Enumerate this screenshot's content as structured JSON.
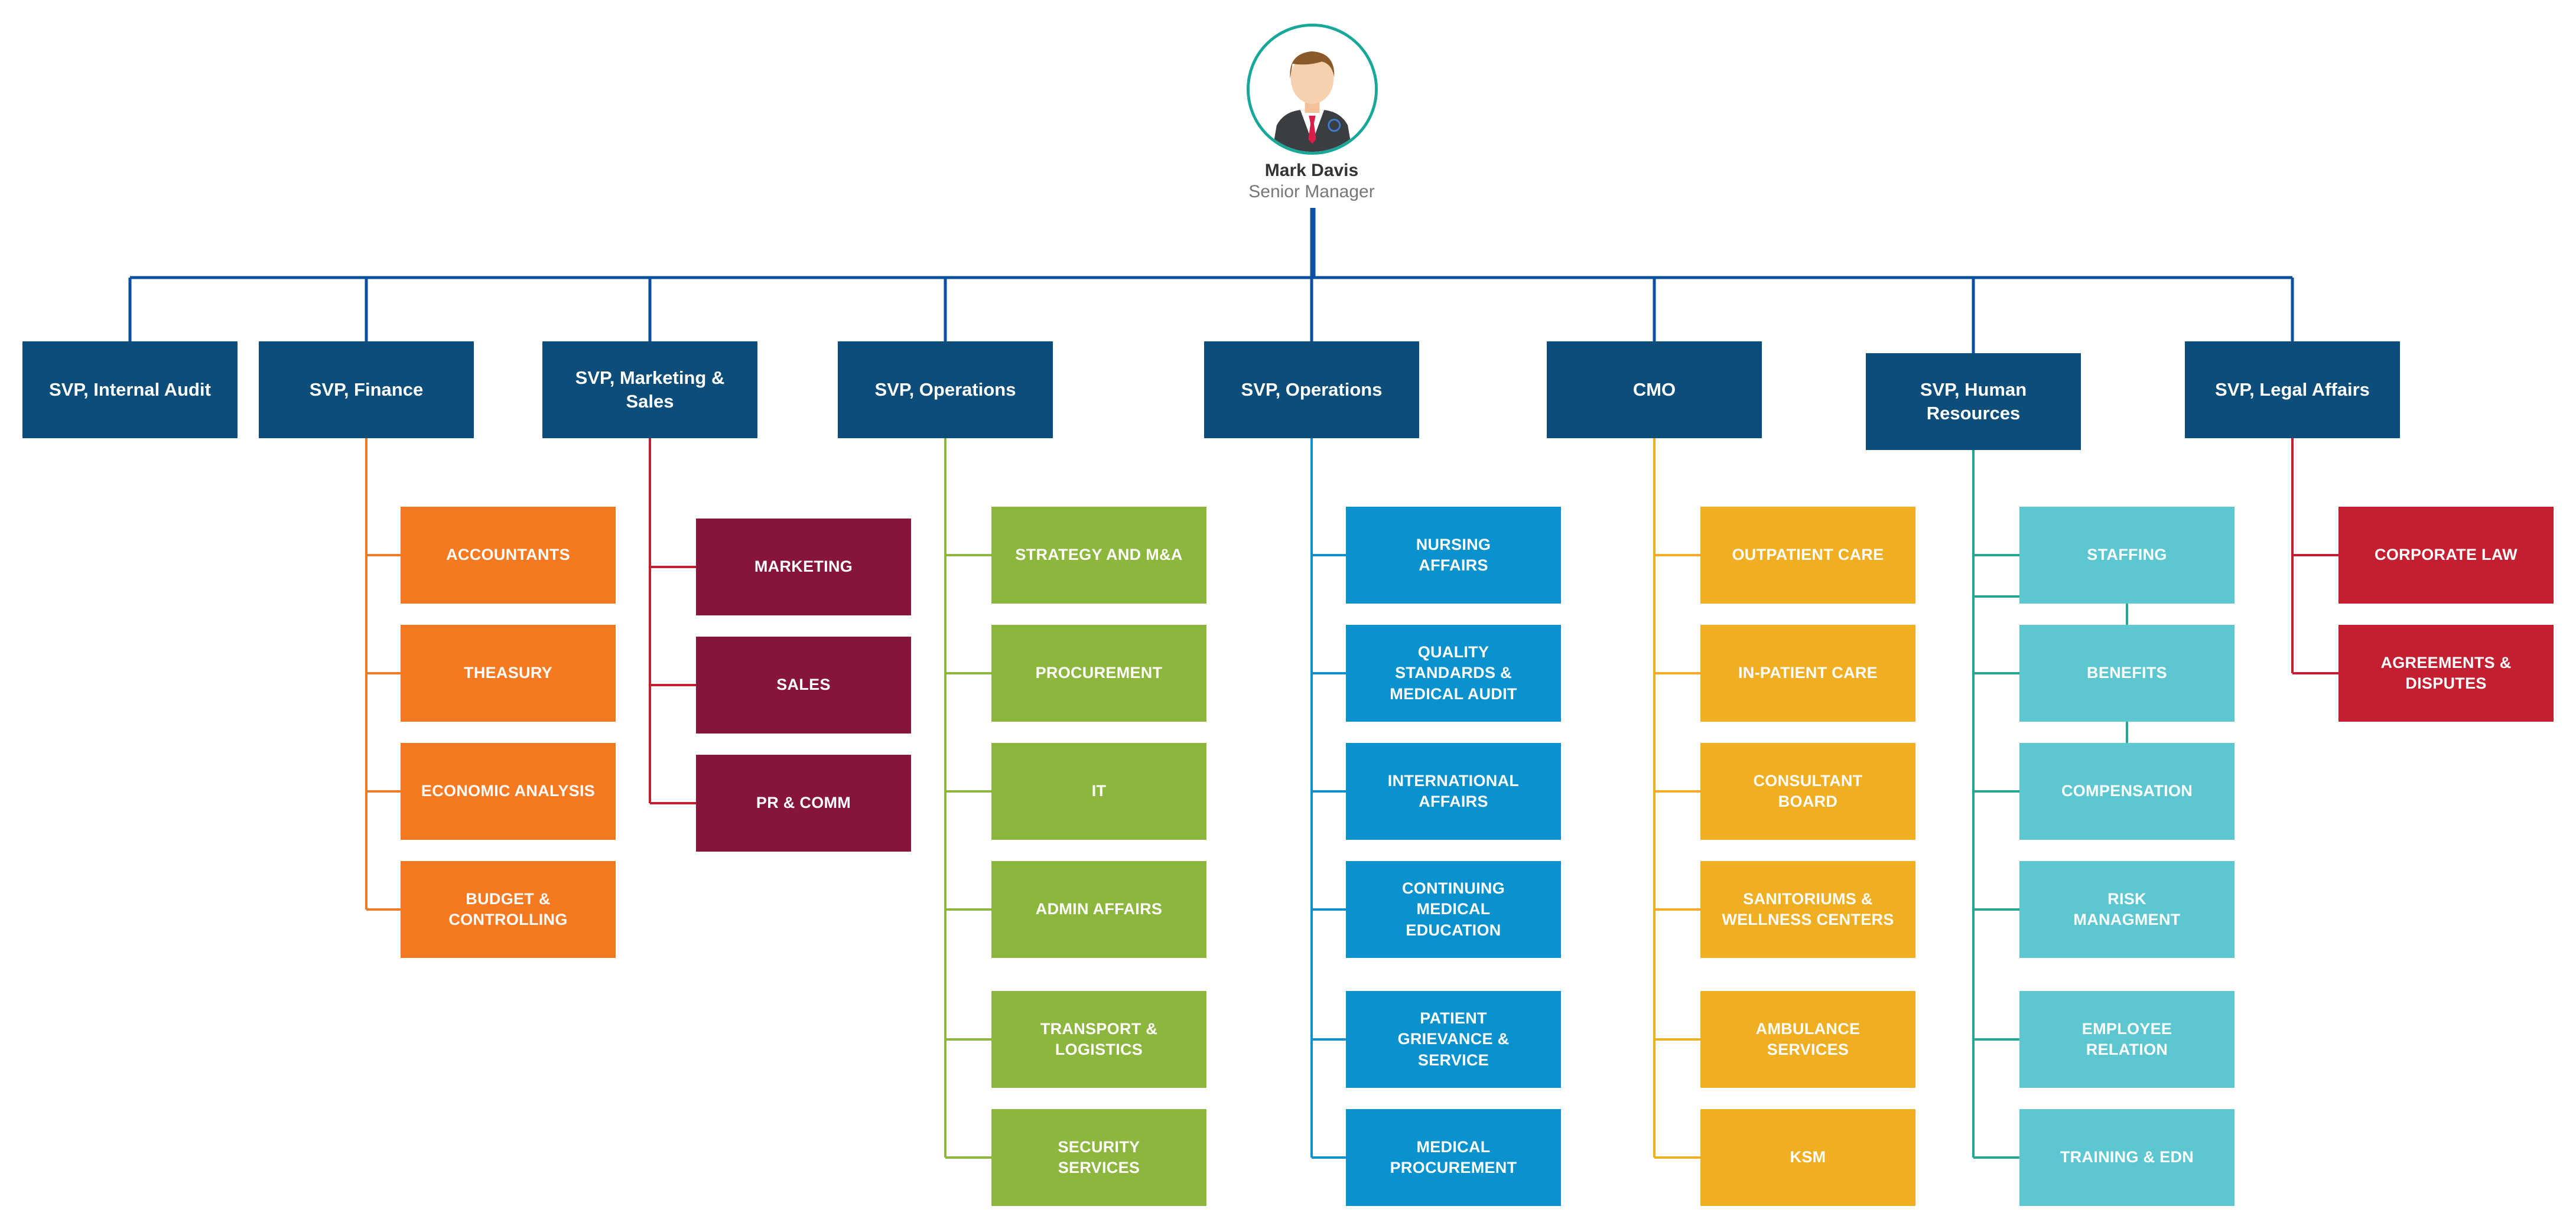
{
  "colors": {
    "svp": "#0c4d7a",
    "connector": "#0d4fa2",
    "avatar_ring": "#18a89a",
    "finance": "#f47920",
    "marketing": "#86143d",
    "operations1": "#8db63e",
    "operations2": "#0a92cf",
    "cmo": "#f0ae22",
    "hr": "#5cc7d1",
    "hr_line": "#23a894",
    "legal": "#c41f30"
  },
  "head": {
    "name": "Mark Davis",
    "title": "Senior Manager",
    "icon": "person-avatar-icon"
  },
  "departments": [
    {
      "id": "internal-audit",
      "label": "SVP, Internal Audit",
      "color": "svp",
      "line": "connector",
      "units": []
    },
    {
      "id": "finance",
      "label": "SVP, Finance",
      "color": "svp",
      "line": "finance",
      "units": [
        "ACCOUNTANTS",
        "THEASURY",
        "ECONOMIC ANALYSIS",
        "BUDGET &\nCONTROLLING"
      ]
    },
    {
      "id": "marketing-sales",
      "label": "SVP, Marketing & Sales",
      "color": "svp",
      "line": "legal",
      "units": [
        "MARKETING",
        "SALES",
        "PR & COMM"
      ]
    },
    {
      "id": "operations-1",
      "label": "SVP, Operations",
      "color": "svp",
      "line": "operations1",
      "units": [
        "STRATEGY AND M&A",
        "PROCUREMENT",
        "IT",
        "ADMIN AFFAIRS",
        "TRANSPORT &\nLOGISTICS",
        "SECURITY\nSERVICES"
      ]
    },
    {
      "id": "operations-2",
      "label": "SVP, Operations",
      "color": "svp",
      "line": "operations2",
      "units": [
        "NURSING\nAFFAIRS",
        "QUALITY\nSTANDARDS &\nMEDICAL AUDIT",
        "INTERNATIONAL\nAFFAIRS",
        "CONTINUING\nMEDICAL\nEDUCATION",
        "PATIENT\nGRIEVANCE &\nSERVICE",
        "MEDICAL\nPROCUREMENT"
      ]
    },
    {
      "id": "cmo",
      "label": "CMO",
      "color": "svp",
      "line": "cmo",
      "units": [
        "OUTPATIENT CARE",
        "IN-PATIENT CARE",
        "CONSULTANT\nBOARD",
        "SANITORIUMS &\nWELLNESS CENTERS",
        "AMBULANCE\nSERVICES",
        "KSM"
      ]
    },
    {
      "id": "human-resources",
      "label": "SVP, Human Resources",
      "color": "svp",
      "line": "hr_line",
      "units": [
        "STAFFING",
        "BENEFITS",
        "COMPENSATION",
        "RISK\nMANAGMENT",
        "EMPLOYEE\nRELATION",
        "TRAINING & EDN"
      ]
    },
    {
      "id": "legal-affairs",
      "label": "SVP, Legal Affairs",
      "color": "svp",
      "line": "legal",
      "units": [
        "CORPORATE LAW",
        "AGREEMENTS &\nDISPUTES"
      ]
    }
  ]
}
